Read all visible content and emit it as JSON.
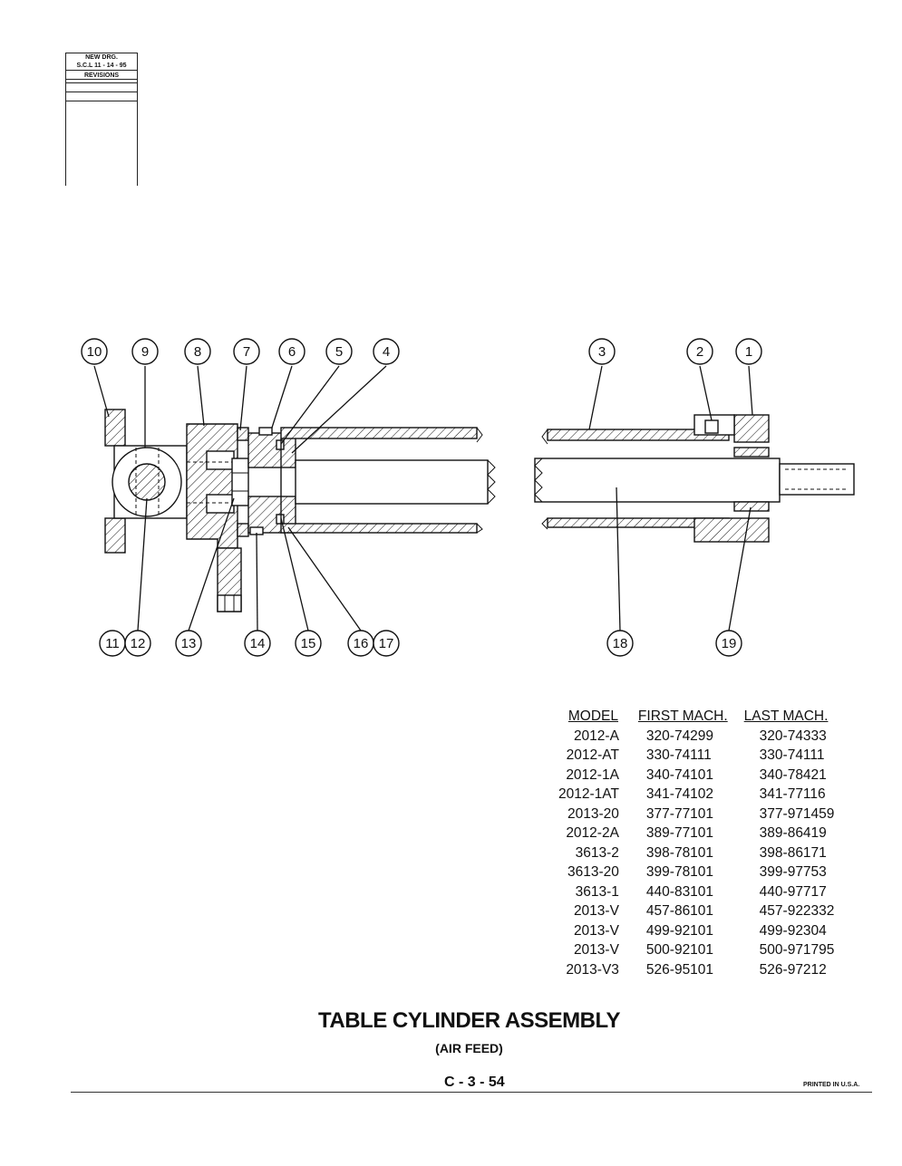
{
  "revisions": {
    "line1": "NEW DRG.",
    "line2": "S.C.L 11 - 14 - 95",
    "heading": "REVISIONS"
  },
  "callouts": [
    "10",
    "9",
    "8",
    "7",
    "6",
    "5",
    "4",
    "3",
    "2",
    "1",
    "11",
    "12",
    "13",
    "14",
    "15",
    "16",
    "17",
    "18",
    "19"
  ],
  "model_table": {
    "headers": [
      "MODEL",
      "FIRST MACH.",
      "LAST MACH."
    ],
    "rows": [
      [
        "2012-A",
        "320-74299",
        "320-74333"
      ],
      [
        "2012-AT",
        "330-74111",
        "330-74111"
      ],
      [
        "2012-1A",
        "340-74101",
        "340-78421"
      ],
      [
        "2012-1AT",
        "341-74102",
        "341-77116"
      ],
      [
        "2013-20",
        "377-77101",
        "377-971459"
      ],
      [
        "2012-2A",
        "389-77101",
        "389-86419"
      ],
      [
        "3613-2",
        "398-78101",
        "398-86171"
      ],
      [
        "3613-20",
        "399-78101",
        "399-97753"
      ],
      [
        "3613-1",
        "440-83101",
        "440-97717"
      ],
      [
        "2013-V",
        "457-86101",
        "457-922332"
      ],
      [
        "2013-V",
        "499-92101",
        "499-92304"
      ],
      [
        "2013-V",
        "500-92101",
        "500-971795"
      ],
      [
        "2013-V3",
        "526-95101",
        "526-97212"
      ]
    ]
  },
  "title": "TABLE CYLINDER ASSEMBLY",
  "subtitle": "(AIR FEED)",
  "page_number": "C - 3 - 54",
  "printed": "PRINTED IN U.S.A."
}
